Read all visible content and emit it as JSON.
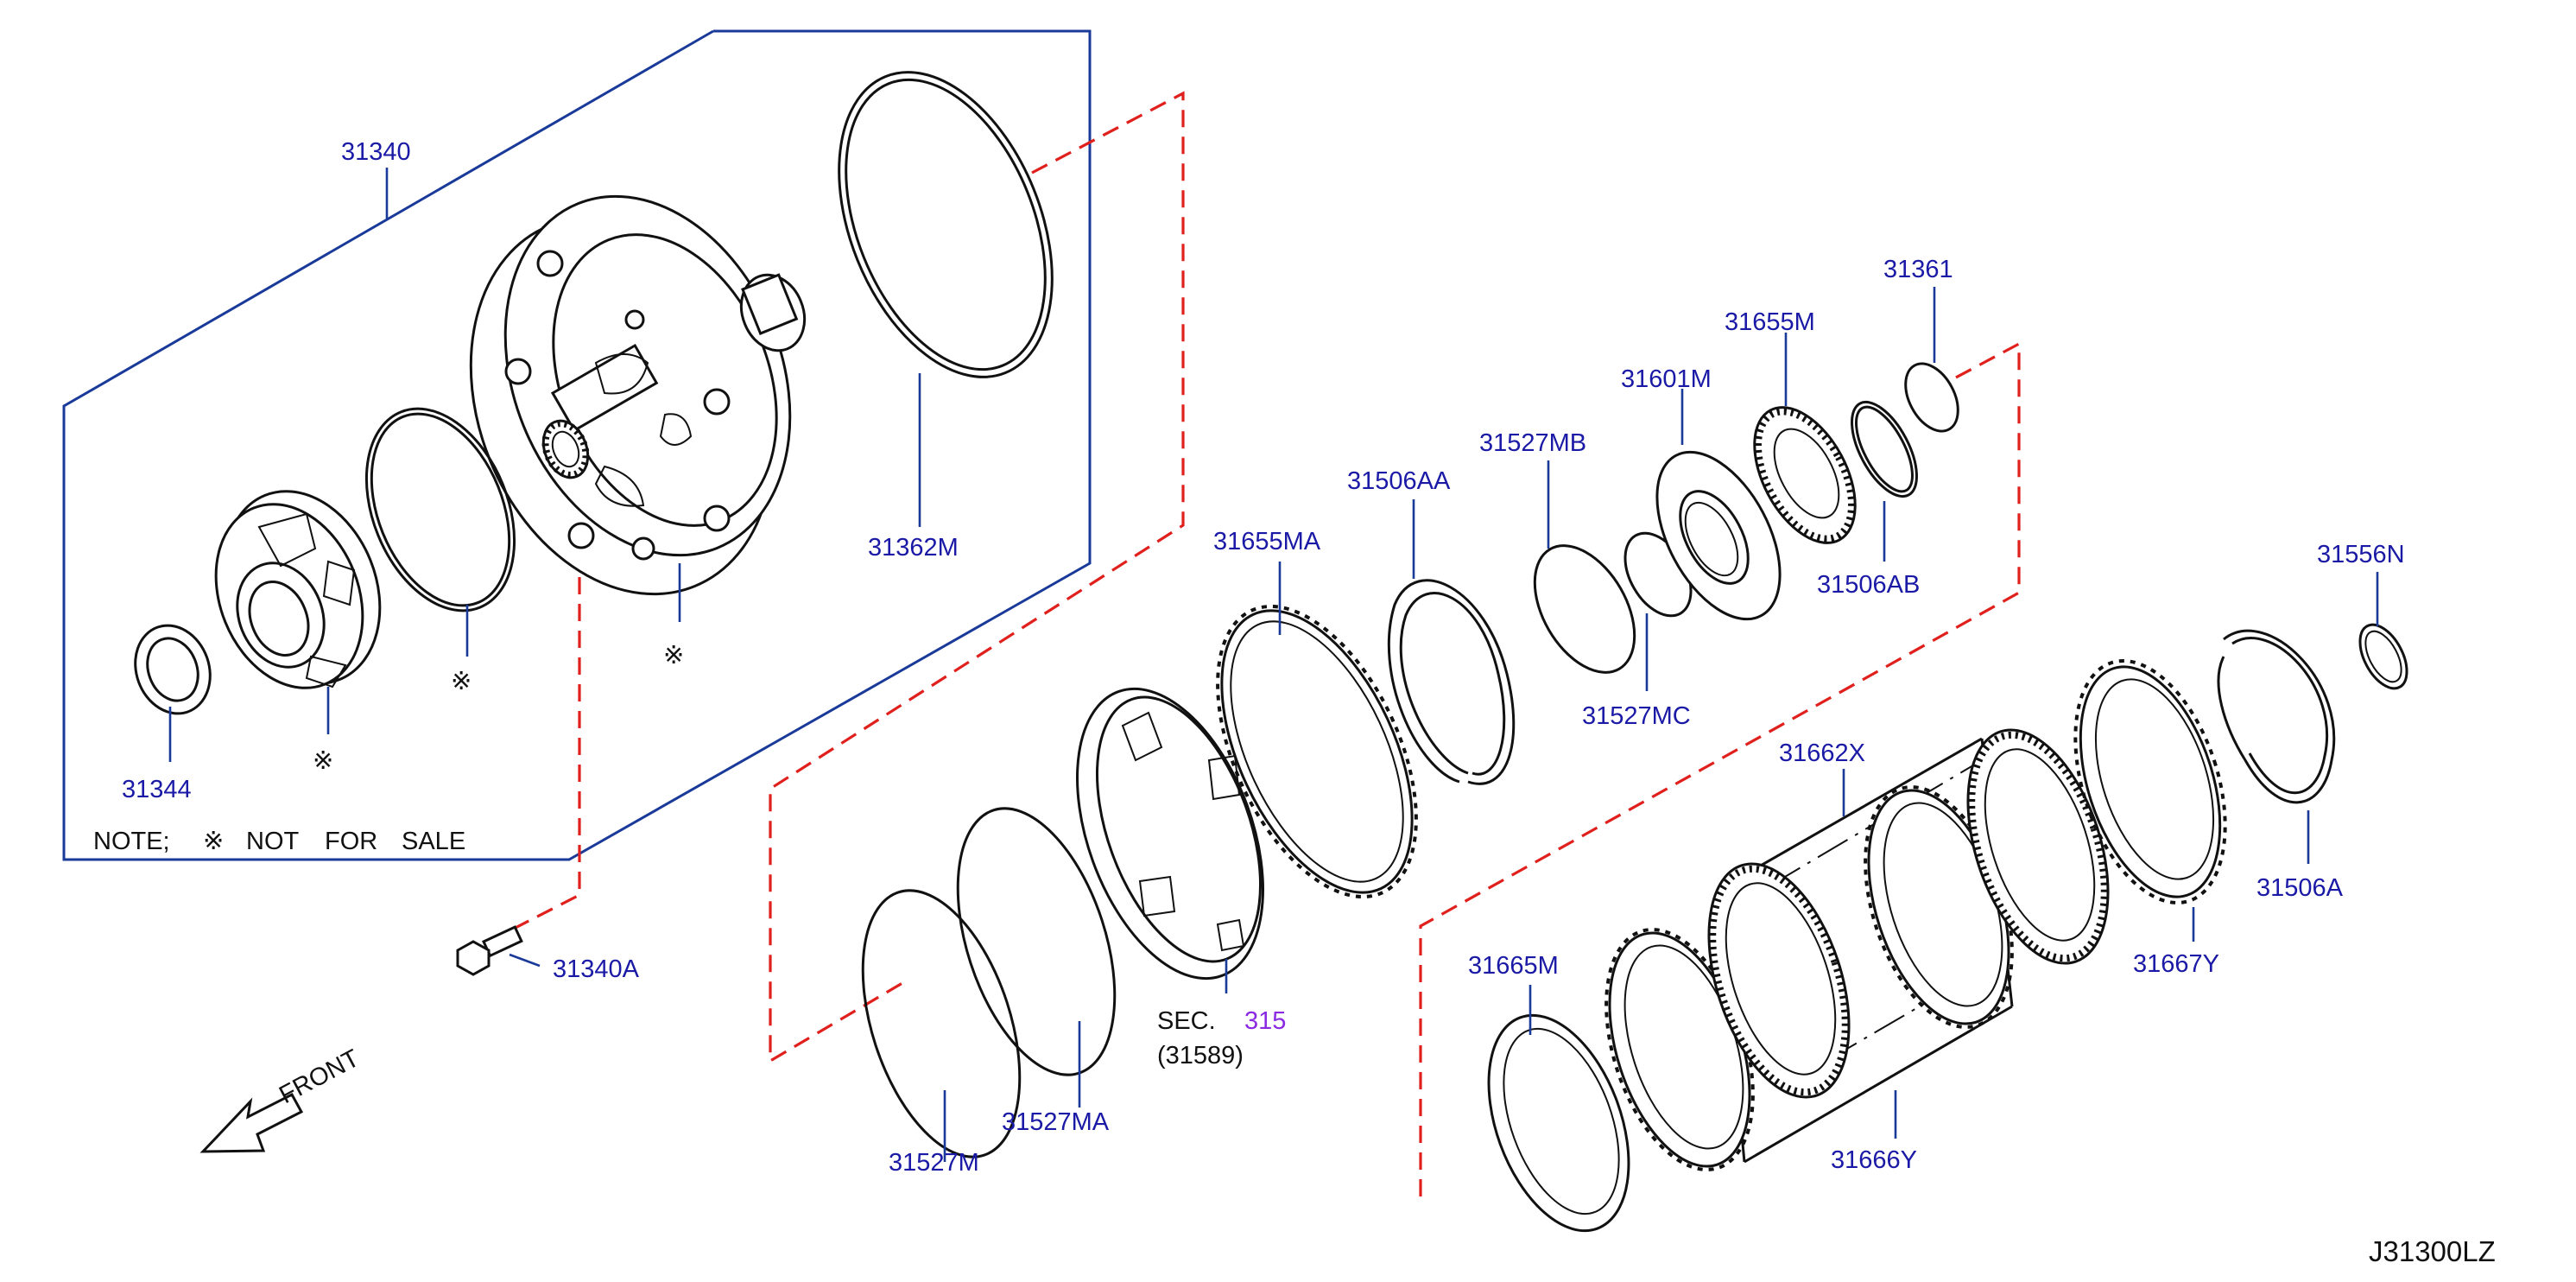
{
  "diagram_code": "J31300LZ",
  "note": {
    "prefix": "NOTE;",
    "mark": "※",
    "text_1": "NOT",
    "text_2": "FOR",
    "text_3": "SALE"
  },
  "not_for_sale_mark": "※",
  "front_label": "FRONT",
  "sec_reference": {
    "sec_label": "SEC.",
    "sec_number": "315",
    "sec_part": "(31589)"
  },
  "part_labels": {
    "p31340": "31340",
    "p31362M": "31362M",
    "p31344": "31344",
    "p31340A": "31340A",
    "p31655MA": "31655MA",
    "p31506AA": "31506AA",
    "p31527MB": "31527MB",
    "p31601M": "31601M",
    "p31655M": "31655M",
    "p31361": "31361",
    "p31506AB": "31506AB",
    "p31527MC": "31527MC",
    "p31556N": "31556N",
    "p31662X": "31662X",
    "p31506A": "31506A",
    "p31667Y": "31667Y",
    "p31665M": "31665M",
    "p31666Y": "31666Y",
    "p31527M": "31527M",
    "p31527MA": "31527MA"
  },
  "colors": {
    "label_blue": "#1a1aa6",
    "leader_blue": "#1a3a9a",
    "dashed_red": "#e0201c",
    "sec_purple": "#8a2be2",
    "ink": "#111111"
  }
}
